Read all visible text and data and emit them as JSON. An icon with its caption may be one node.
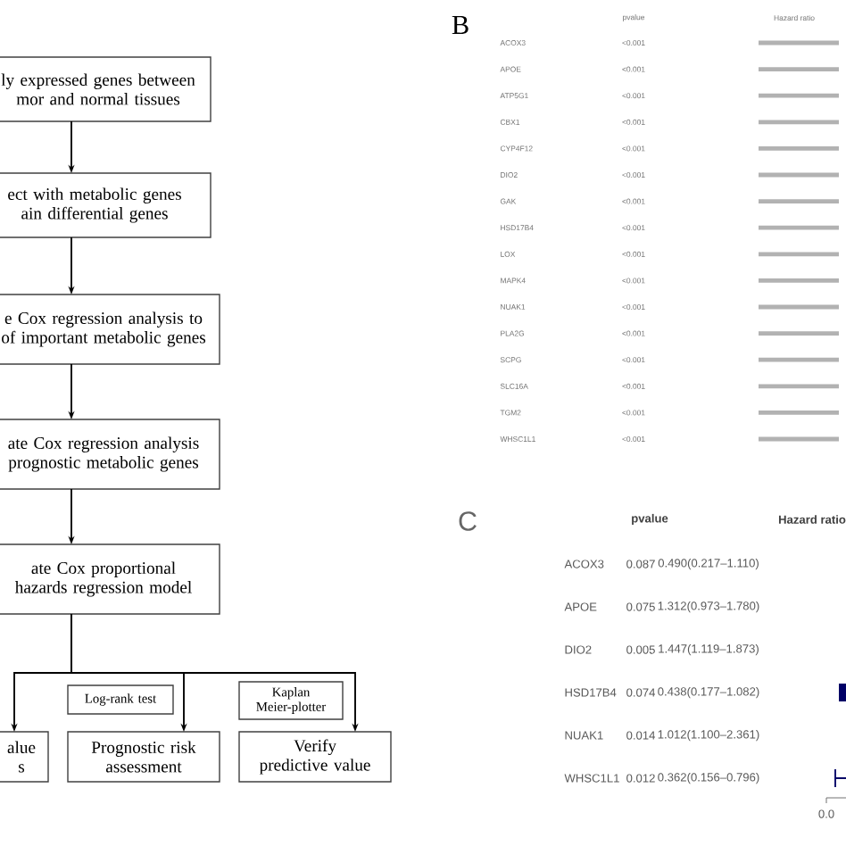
{
  "diagram": {
    "nodes": [
      {
        "text": [
          "ly expressed genes between mor and normal tissues"
        ]
      },
      {
        "text": [
          "ect with metabolic genes ain differential genes"
        ]
      },
      {
        "text": [
          "e Cox regression analysis to of important metabolic genes"
        ]
      },
      {
        "text": [
          "ate Cox regression analysis prognostic metabolic genes"
        ]
      },
      {
        "text": [
          "ate Cox proportional hazards regression model"
        ]
      },
      {
        "text": [
          "alue s"
        ]
      },
      {
        "text": [
          "Log-rank test"
        ]
      },
      {
        "text": [
          "Kaplan Meier-plotter"
        ]
      },
      {
        "text": [
          "Prognostic risk assessment"
        ]
      },
      {
        "text": [
          "Verify predictive value"
        ]
      }
    ],
    "edges": [
      {
        "from": 0,
        "to": 1,
        "arrow": "to"
      },
      {
        "from": 1,
        "to": 2,
        "arrow": "to"
      },
      {
        "from": 2,
        "to": 3,
        "arrow": "to"
      },
      {
        "from": 3,
        "to": 4,
        "arrow": "to"
      },
      {
        "from": 4,
        "to": 5,
        "arrow": "to"
      },
      {
        "from": 4,
        "to": 8,
        "arrow": "to"
      },
      {
        "from": 4,
        "to": 9,
        "arrow": "to"
      }
    ],
    "labels": [
      "B",
      "pvalue",
      "Hazard ratio",
      "ACOX3",
      "<0.001",
      "APOE",
      "<0.001",
      "ATP5G1",
      "<0.001",
      "CBX1",
      "<0.001",
      "CYP4F12",
      "<0.001",
      "DIO2",
      "<0.001",
      "GAK",
      "<0.001",
      "HSD17B4",
      "<0.001",
      "LOX",
      "<0.001",
      "MAPK4",
      "<0.001",
      "NUAK1",
      "<0.001",
      "PLA2G",
      "<0.001",
      "SCPG",
      "<0.001",
      "SLC16A",
      "<0.001",
      "TGM2",
      "<0.001",
      "WHSC1L1",
      "<0.001",
      "C",
      "pvalue",
      "Hazard ratio",
      "ACOX3",
      "0.087",
      "0.490(0.217–1.110)",
      "APOE",
      "0.075",
      "1.312(0.973–1.780)",
      "DIO2",
      "0.005",
      "1.447(1.119–1.873)",
      "HSD17B4",
      "0.074",
      "0.438(0.177–1.082)",
      "NUAK1",
      "0.014",
      "1.012(1.100–2.361)",
      "WHSC1L1",
      "0.012",
      "0.362(0.156–0.796)",
      "0.0"
    ]
  }
}
